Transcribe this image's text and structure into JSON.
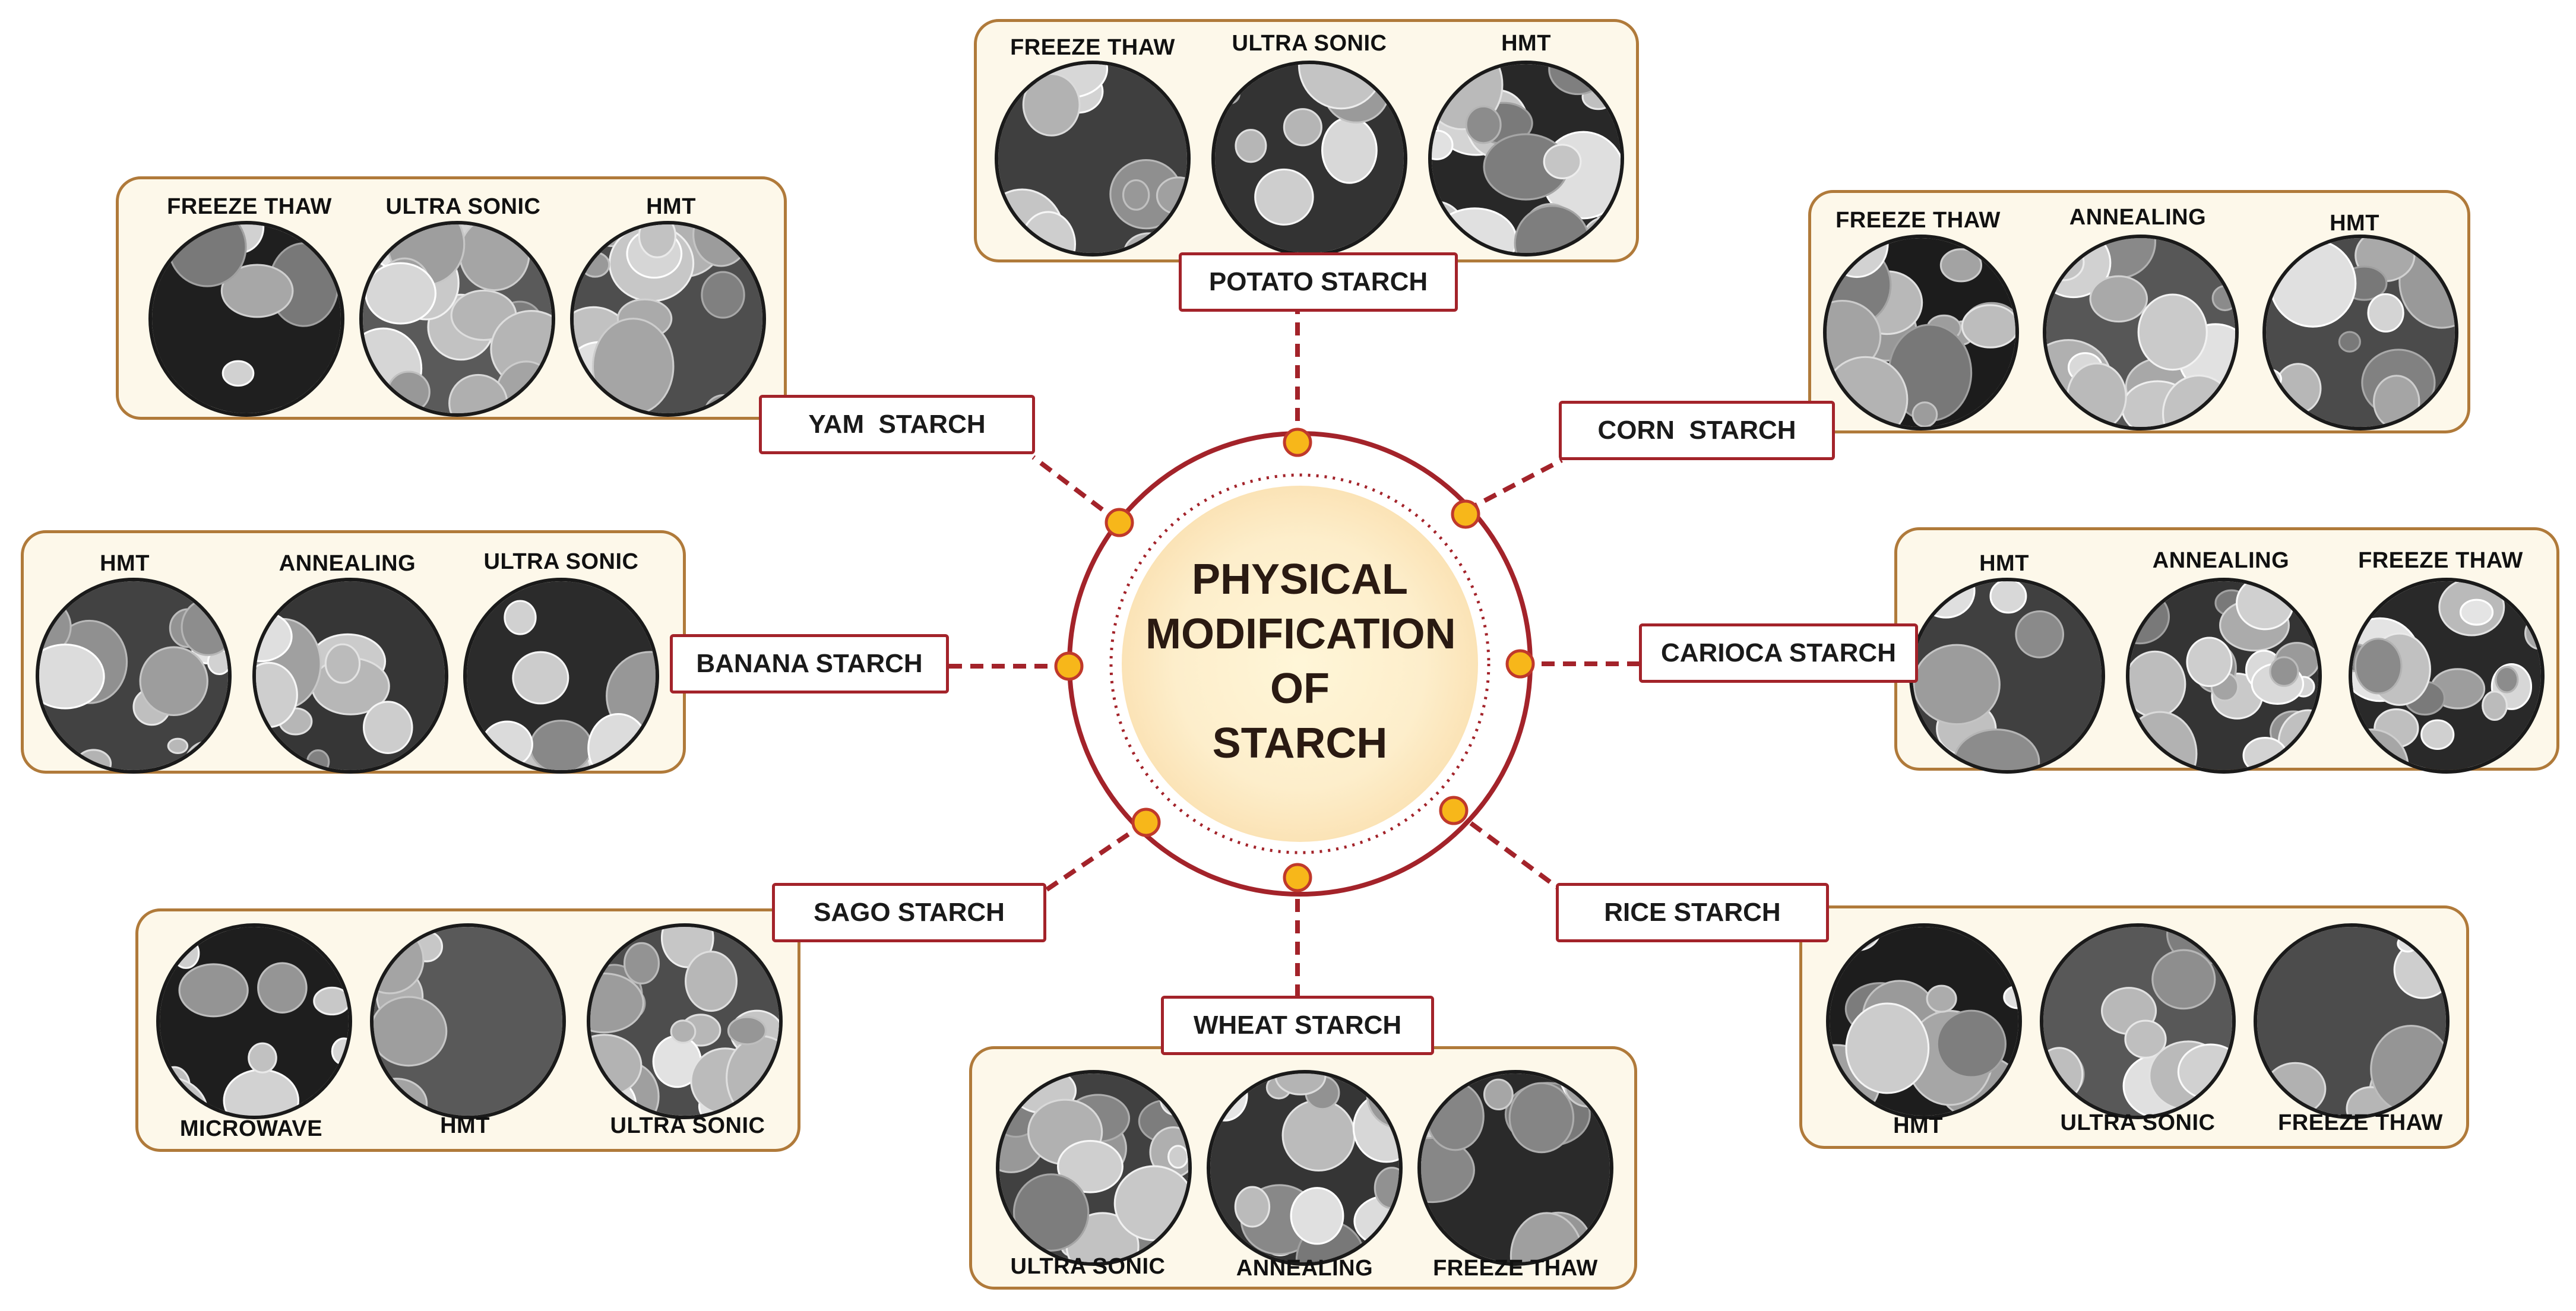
{
  "title": [
    "PHYSICAL",
    "MODIFICATION",
    "OF",
    "STARCH"
  ],
  "colors": {
    "label_border": "#a3232a",
    "panel_border": "#b07a3a",
    "panel_fill": "#fdf8ea",
    "node": "#f7b71a",
    "node_stroke": "#c0392b",
    "ring": "#a3232a"
  },
  "starches": {
    "potato": {
      "name": "POTATO STARCH",
      "methods": [
        "FREEZE THAW",
        "ULTRA SONIC",
        "HMT"
      ]
    },
    "corn": {
      "name": "CORN  STARCH",
      "methods": [
        "FREEZE THAW",
        "ANNEALING",
        "HMT"
      ]
    },
    "carioca": {
      "name": "CARIOCA STARCH",
      "methods": [
        "HMT",
        "ANNEALING",
        "FREEZE THAW"
      ]
    },
    "rice": {
      "name": "RICE STARCH",
      "methods": [
        "HMT",
        "ULTRA SONIC",
        "FREEZE THAW"
      ]
    },
    "wheat": {
      "name": "WHEAT STARCH",
      "methods": [
        "ULTRA SONIC",
        "ANNEALING",
        "FREEZE THAW"
      ]
    },
    "sago": {
      "name": "SAGO STARCH",
      "methods": [
        "MICROWAVE",
        "HMT",
        "ULTRA SONIC"
      ]
    },
    "banana": {
      "name": "BANANA STARCH",
      "methods": [
        "HMT",
        "ANNEALING",
        "ULTRA SONIC"
      ]
    },
    "yam": {
      "name": "YAM  STARCH",
      "methods": [
        "FREEZE THAW",
        "ULTRA SONIC",
        "HMT"
      ]
    }
  }
}
